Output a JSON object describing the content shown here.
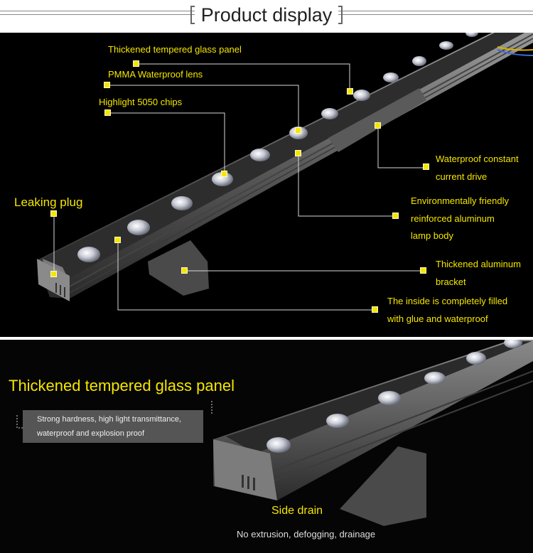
{
  "header": {
    "title": "Product display"
  },
  "callouts": {
    "glass_panel": "Thickened tempered glass panel",
    "pmma_lens": "PMMA Waterproof lens",
    "chips": "Highlight 5050 chips",
    "leaking_plug": "Leaking plug",
    "drive_l1": "Waterproof constant",
    "drive_l2": "current drive",
    "body_l1": "Environmentally friendly",
    "body_l2": "reinforced aluminum",
    "body_l3": "lamp body",
    "bracket_l1": "Thickened aluminum",
    "bracket_l2": "bracket",
    "glue_l1": "The inside is completely filled",
    "glue_l2": "with glue and waterproof"
  },
  "detail": {
    "title": "Thickened tempered glass panel",
    "desc_l1": "Strong hardness, high light transmittance,",
    "desc_l2": "waterproof and explosion proof",
    "side_drain": "Side drain",
    "caption": "No extrusion, defogging, drainage"
  },
  "colors": {
    "accent": "#f5e600",
    "background": "#000000"
  }
}
